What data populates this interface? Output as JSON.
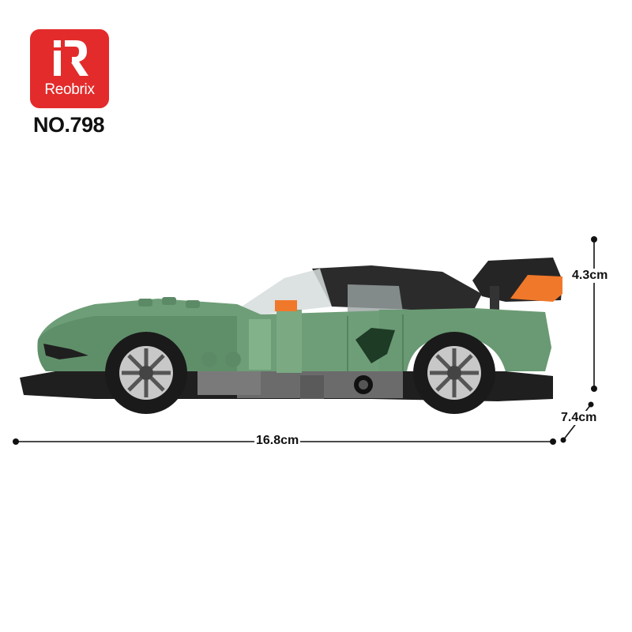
{
  "brand": {
    "logo_letter": "R",
    "name": "Reobrix",
    "color": "#e32b2b"
  },
  "model_number": "NO.798",
  "product_image": {
    "subject": "green-sports-car-brick-model",
    "body_color": "#6e9e77",
    "accent_color": "#f0782a"
  },
  "dimensions": {
    "length": "16.8cm",
    "width": "7.4cm",
    "height": "4.3cm"
  }
}
